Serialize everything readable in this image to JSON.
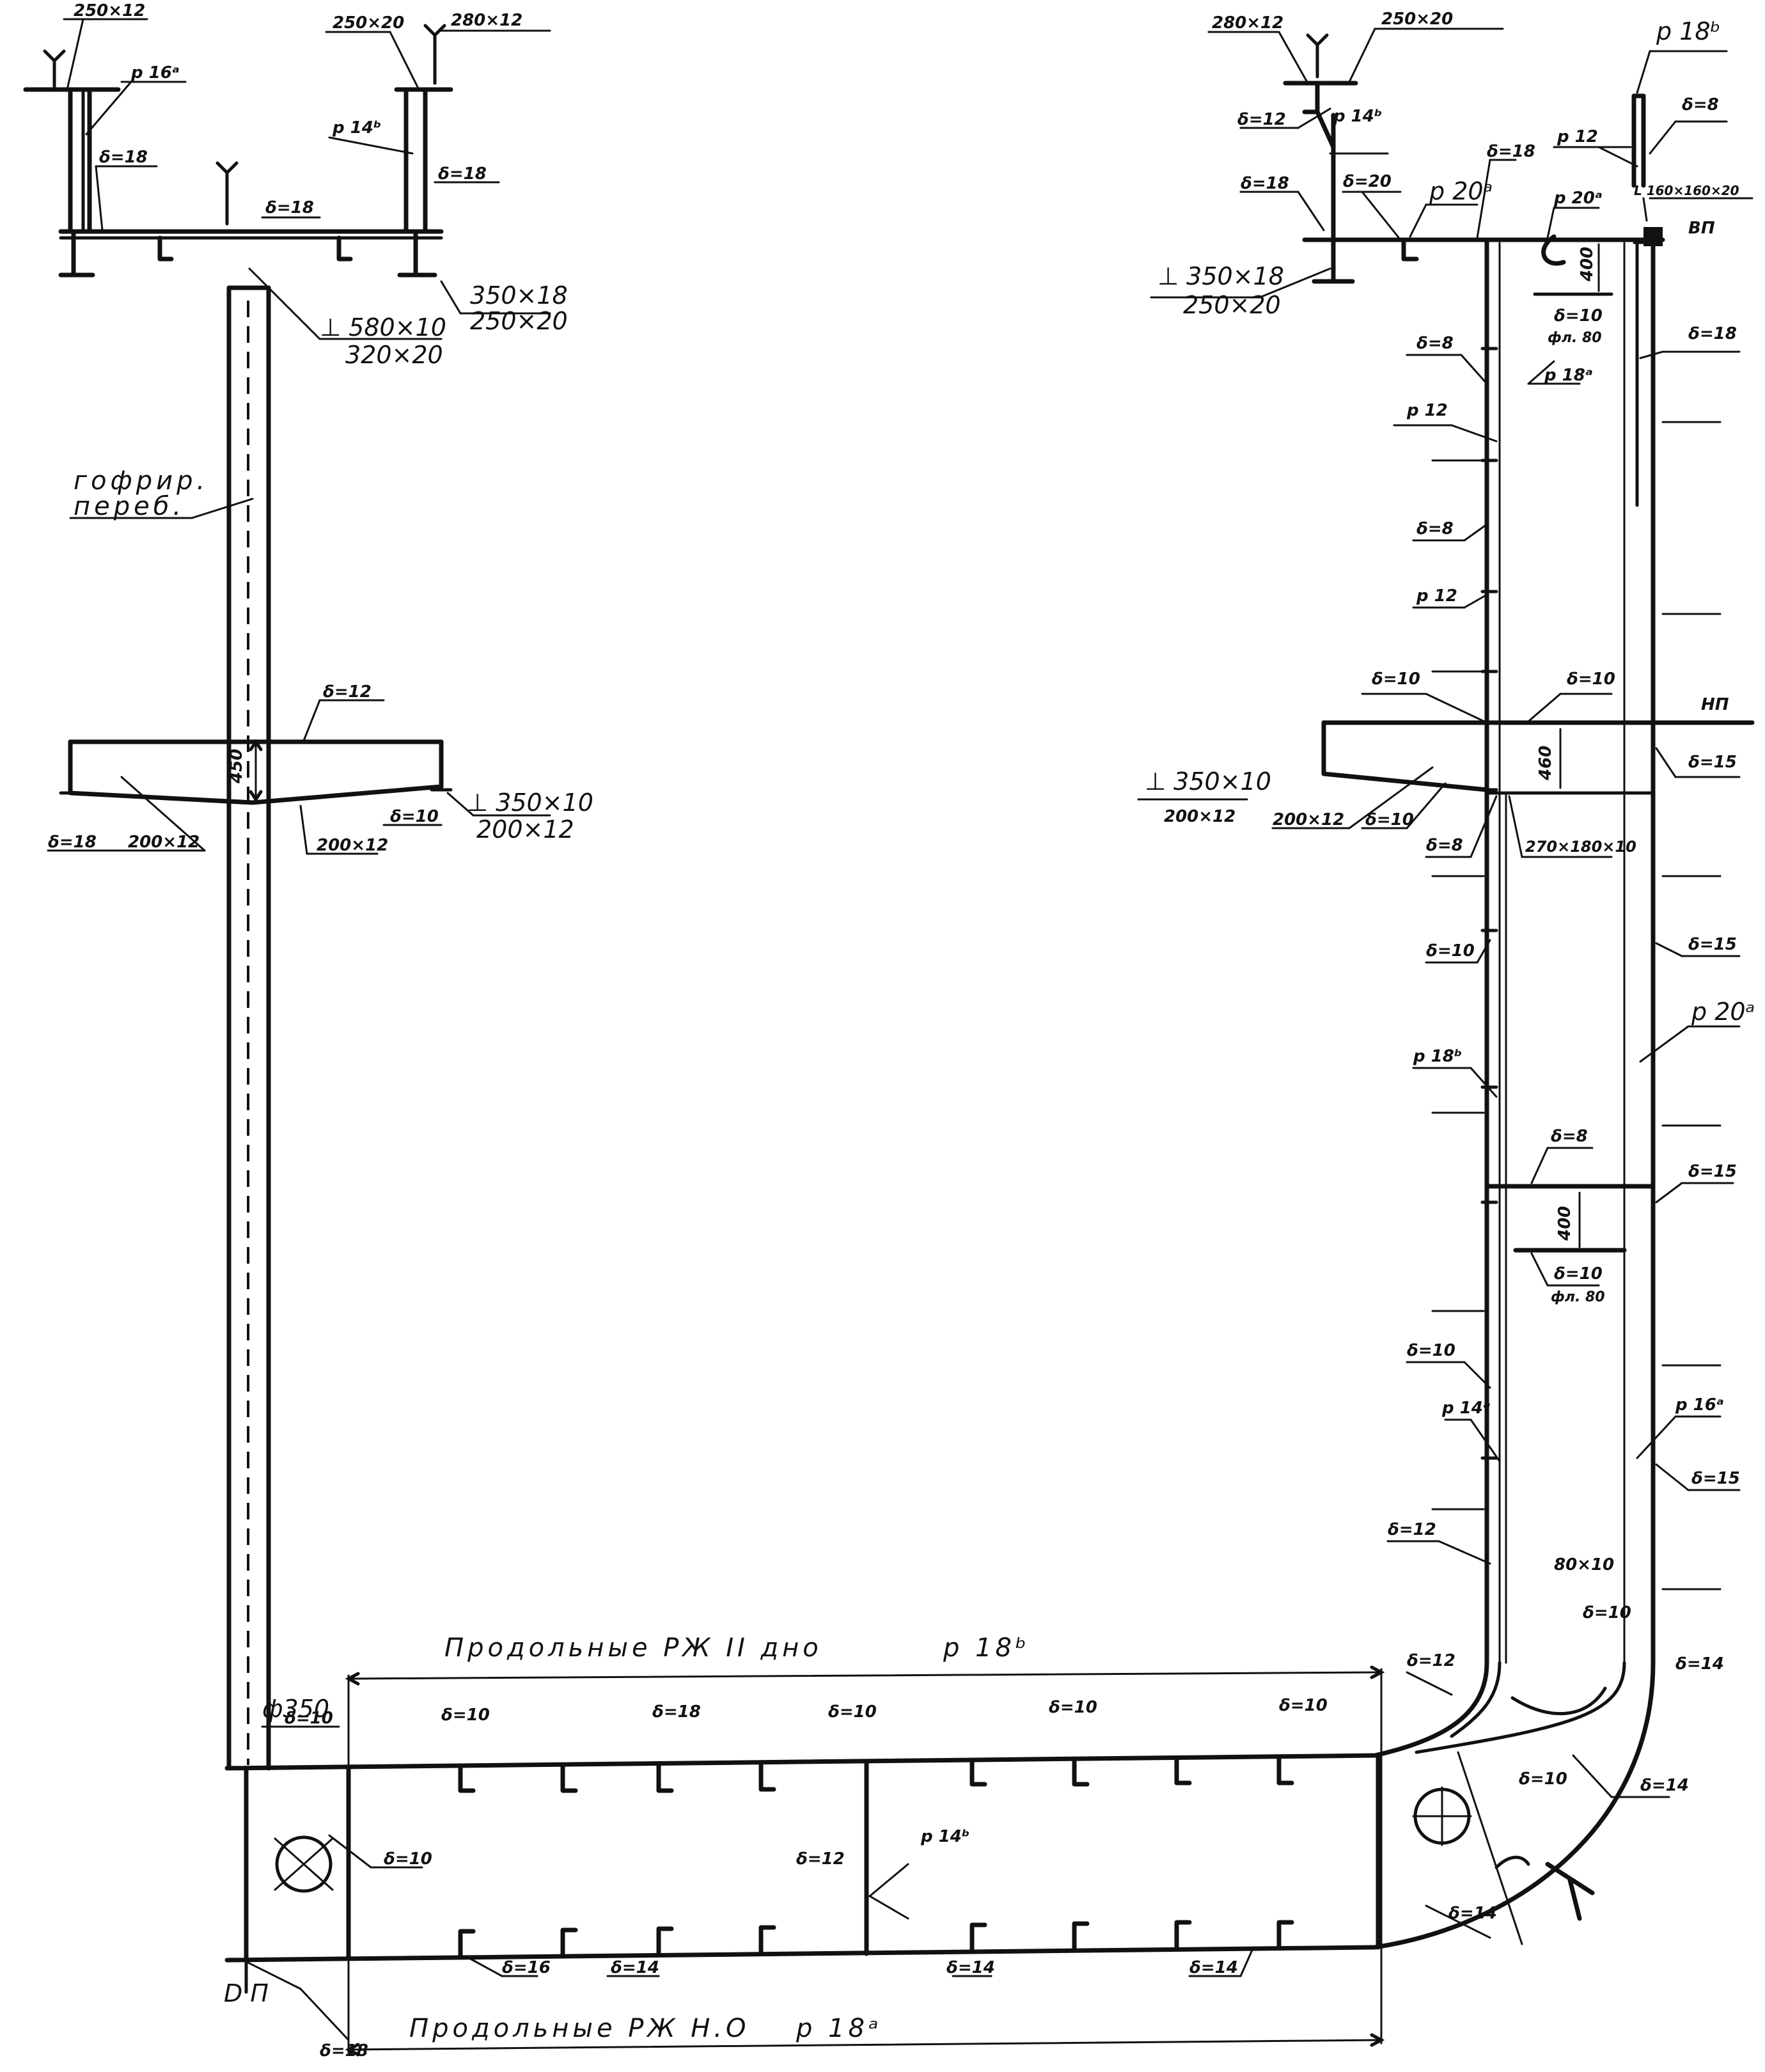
{
  "deck_left": {
    "top_labels": [
      "250×12",
      "250×20",
      "280×12"
    ],
    "p16a": "р 16ᵃ",
    "p14b": "р 14ᵇ",
    "d18a": "δ=18",
    "d18b": "δ=18",
    "d18c": "δ=18",
    "girder_a": "350×18",
    "girder_b": "250×20",
    "tbar_a": "⊥ 580×10",
    "tbar_b": "320×20"
  },
  "bulkhead": {
    "label_1": "гофрир.",
    "label_2": "переб."
  },
  "stool": {
    "d12": "δ=12",
    "h450": "450",
    "d18": "δ=18",
    "p200a": "200×12",
    "p200b": "200×12",
    "d10": "δ=10",
    "tbar_a": "⊥ 350×10",
    "tbar_b": "200×12"
  },
  "deck_right": {
    "l280": "280×12",
    "l250": "250×20",
    "p18b": "р 18ᵇ",
    "d8": "δ=8",
    "d12": "δ=12",
    "p14b": "р 14ᵇ",
    "p12": "р 12",
    "d18a": "δ=18",
    "d20": "δ=20",
    "p20a_1": "р 20ᵃ",
    "d18top": "δ=18",
    "p20a_2": "р 20ᵃ",
    "angle": "L 160×160×20",
    "vp": "ВП",
    "tbar_a": "⊥ 350×18",
    "tbar_b": "250×20",
    "h400": "400",
    "d10": "δ=10",
    "fl80": "фл. 80",
    "p18a": "р 18ᵃ",
    "d18b": "δ=18"
  },
  "side": {
    "d8_1": "δ=8",
    "p12_1": "р 12",
    "d8_2": "δ=8",
    "p12_2": "р 12",
    "d10_1": "δ=10",
    "d10_top": "δ=10",
    "np": "НП",
    "h460": "460",
    "d15_1": "δ=15",
    "tbar_a": "⊥ 350×10",
    "tbar_b": "200×12",
    "p200": "200×12",
    "d10_2": "δ=10",
    "d8_3": "δ=8",
    "bracket": "270×180×10",
    "d10_3": "δ=10",
    "d15_2": "δ=15",
    "p20a": "р 20ᵃ",
    "p18b": "р 18ᵇ",
    "d8_4": "δ=8",
    "d15_3": "δ=15",
    "h400": "400",
    "d10_4": "δ=10",
    "fl80": "фл. 80",
    "d10_5": "δ=10",
    "p14a": "р 14ᵃ",
    "p16a": "р 16ᵃ",
    "d15_4": "δ=15",
    "d12": "δ=12",
    "p80": "80×10",
    "d10_6": "δ=10",
    "d14_1": "δ=14"
  },
  "bottom": {
    "title_top": "Продольные  РЖ   II дно",
    "title_top_r": "р 18ᵇ",
    "d10_a": "δ=10",
    "d10_b": "δ=10",
    "d18": "δ=18",
    "d10_c": "δ=10",
    "d10_d": "δ=10",
    "d10_e": "δ=10",
    "d12_bilge": "δ=12",
    "d10_bilge": "δ=10",
    "d14_2": "δ=14",
    "phi": "ф350",
    "d10_f": "δ=10",
    "d12_girder": "δ=12",
    "p14b": "р 14ᵇ",
    "d16": "δ=16",
    "d14_a": "δ=14",
    "d14_b": "δ=14",
    "d14_c": "δ=14",
    "d14_d": "δ=14",
    "d18_keel": "δ=18",
    "dp": "D П",
    "title_bot": "Продольные  РЖ  Н.О",
    "title_bot_r": "р 18ᵃ"
  }
}
